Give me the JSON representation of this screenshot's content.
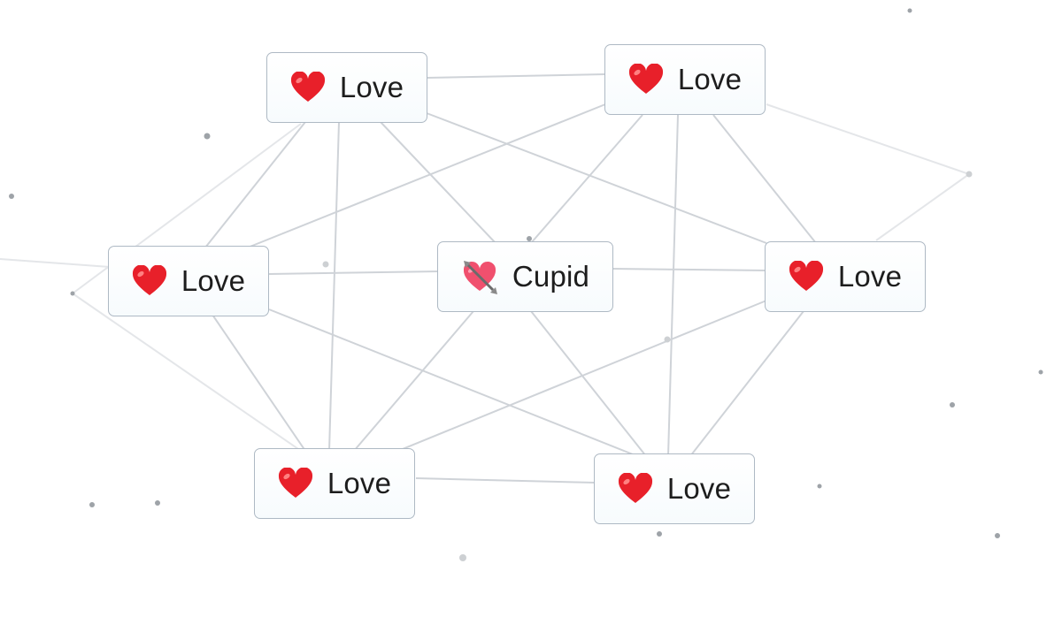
{
  "elements": [
    {
      "id": "love-top-left",
      "emoji": "heart",
      "label": "Love"
    },
    {
      "id": "love-top-right",
      "emoji": "heart",
      "label": "Love"
    },
    {
      "id": "love-mid-left",
      "emoji": "heart",
      "label": "Love"
    },
    {
      "id": "cupid-center",
      "emoji": "heart-with-arrow",
      "label": "Cupid"
    },
    {
      "id": "love-mid-right",
      "emoji": "heart",
      "label": "Love"
    },
    {
      "id": "love-bottom-left",
      "emoji": "heart",
      "label": "Love"
    },
    {
      "id": "love-bottom-right",
      "emoji": "heart",
      "label": "Love"
    }
  ],
  "colors": {
    "heart": "#e8202a",
    "cupid_heart": "#f0506e",
    "tile_border": "#aeb9c4",
    "link_line": "#cfd3d8"
  }
}
